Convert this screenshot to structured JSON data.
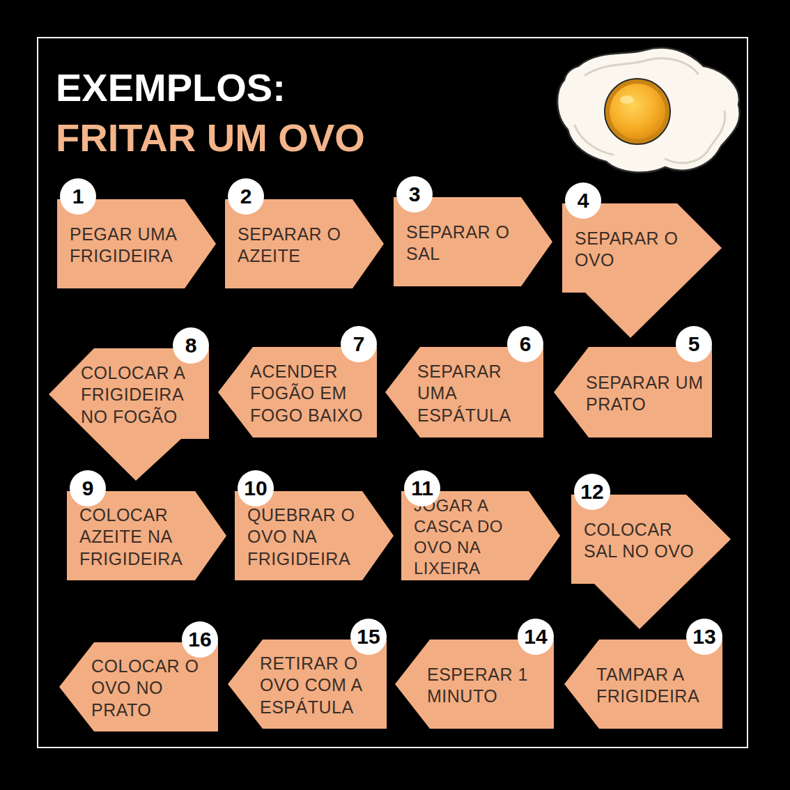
{
  "diagram": {
    "title": "EXEMPLOS:",
    "nodes": [
      {
        "text": [
          "1",
          "PEGAR UMA FRIGIDEIRA"
        ]
      },
      {
        "text": [
          "2",
          "SEPARAR O AZEITE"
        ]
      },
      {
        "text": [
          "3",
          "SEPARAR O SAL"
        ]
      },
      {
        "text": [
          "4",
          "SEPARAR O OVO"
        ]
      },
      {
        "text": [
          "5",
          "SEPARAR UM PRATO"
        ]
      },
      {
        "text": [
          "6",
          "SEPARAR UMA ESPÁTULA"
        ]
      },
      {
        "text": [
          "7",
          "ACENDER FOGÃO EM FOGO BAIXO"
        ]
      },
      {
        "text": [
          "8",
          "COLOCAR A FRIGIDEIRA NO FOGÃO"
        ]
      },
      {
        "text": [
          "9",
          "COLOCAR AZEITE NA FRIGIDEIRA"
        ]
      },
      {
        "text": [
          "10",
          "QUEBRAR O OVO NA FRIGIDEIRA"
        ]
      },
      {
        "text": [
          "11",
          "JOGAR A CASCA DO OVO NA LIXEIRA"
        ]
      },
      {
        "text": [
          "12",
          "COLOCAR SAL NO OVO"
        ]
      },
      {
        "text": [
          "13",
          "TAMPAR A FRIGIDEIRA"
        ]
      },
      {
        "text": [
          "14",
          "ESPERAR 1 MINUTO"
        ]
      },
      {
        "text": [
          "15",
          "RETIRAR O OVO COM A ESPÁTULA"
        ]
      },
      {
        "text": [
          "16",
          "COLOCAR O OVO NO PRATO"
        ]
      }
    ],
    "labels": [
      "FRITAR UM OVO"
    ]
  }
}
